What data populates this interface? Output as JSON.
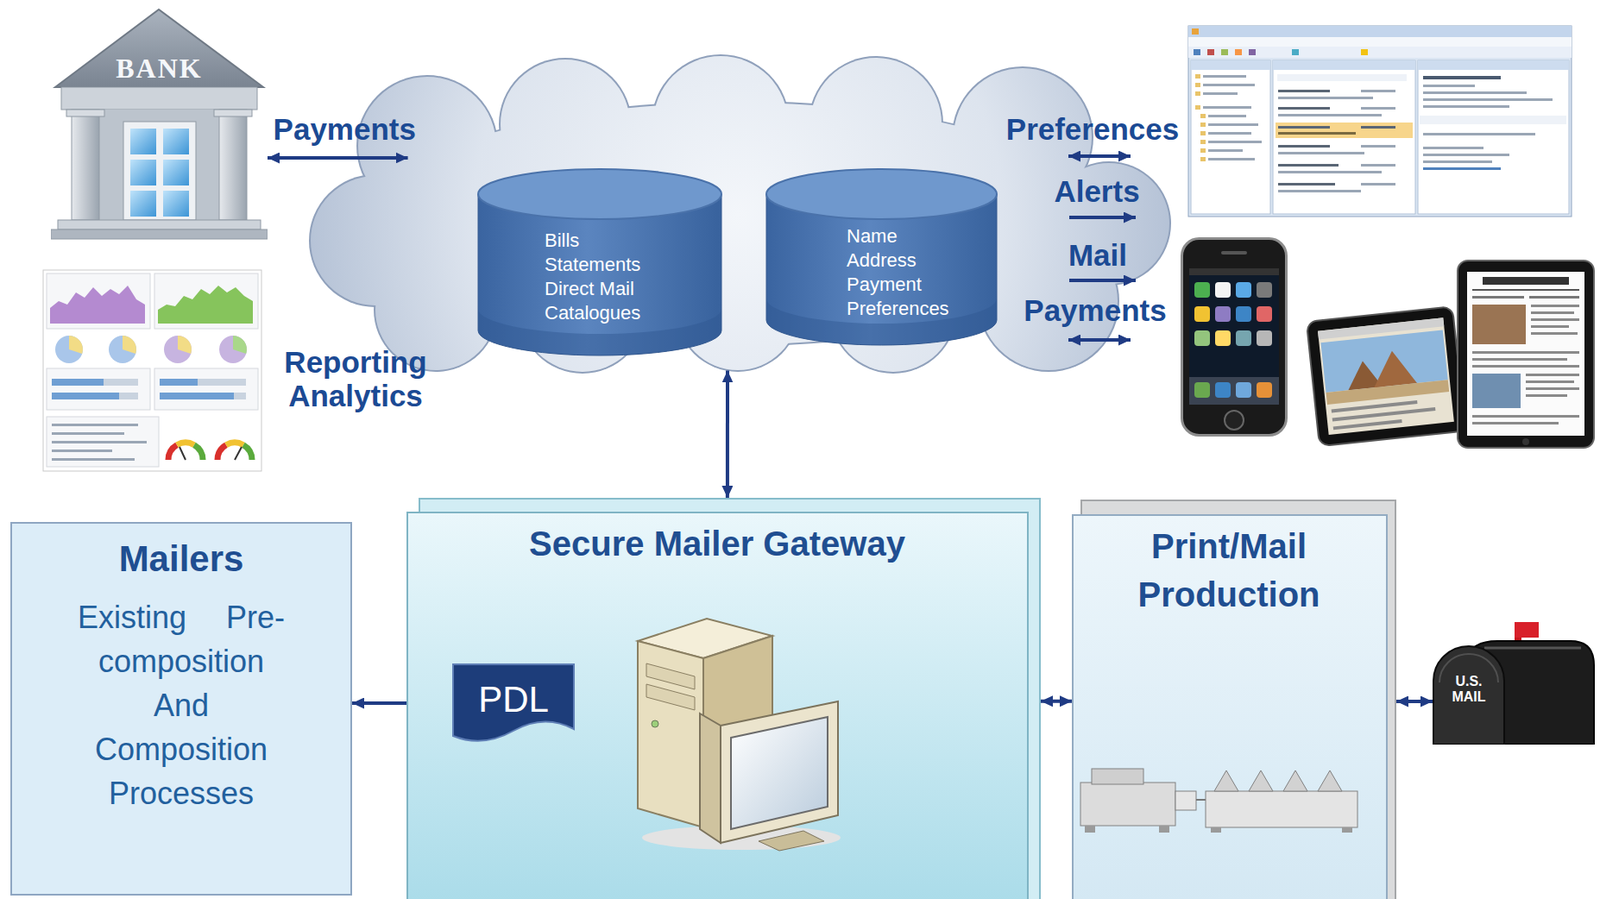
{
  "diagram": {
    "nodes": [
      {
        "text": [
          "BANK"
        ]
      },
      {
        "text": []
      },
      {
        "text": [
          "Bills Statements Direct Mail Catalogues"
        ],
        "in": 1
      },
      {
        "text": [
          "Name Address Payment Preferences"
        ],
        "in": 1
      },
      {
        "text": [
          "Mailers",
          "Existing Pre-composition And Composition Processes"
        ]
      },
      {
        "text": [
          "Secure Mailer Gateway"
        ]
      },
      {
        "text": [
          "PDL"
        ],
        "in": 5
      },
      {
        "text": [
          "Print/Mail Production"
        ]
      },
      {
        "text": [
          "U.S. MAIL"
        ]
      }
    ],
    "edges": [
      {
        "from": 0,
        "to": 1,
        "label": "Payments",
        "arrow": "both"
      },
      {
        "from": 1,
        "to": 5,
        "arrow": "both"
      },
      {
        "from": 4,
        "to": 6,
        "arrow": "both"
      },
      {
        "from": 5,
        "to": 7,
        "arrow": "both"
      },
      {
        "from": 7,
        "to": 8,
        "arrow": "both"
      }
    ],
    "labels": [
      "Reporting Analytics",
      "Preferences",
      "Alerts",
      "Mail",
      "Payments"
    ]
  }
}
